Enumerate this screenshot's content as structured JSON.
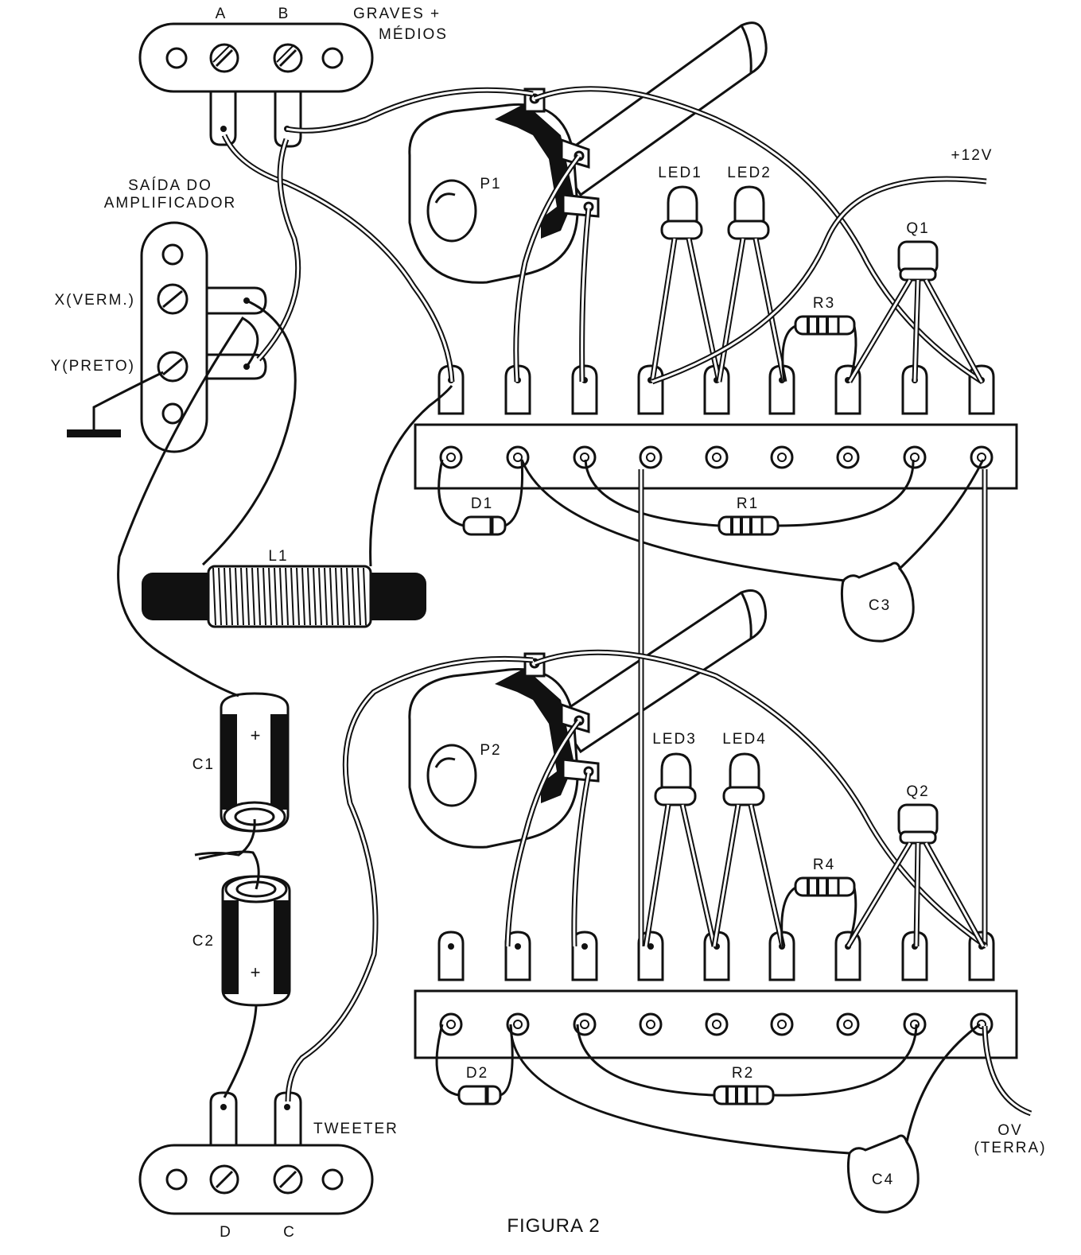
{
  "figure_caption": "FIGURA 2",
  "terminals": {
    "top_a": "A",
    "top_b": "B",
    "top_title_line1": "GRAVES +",
    "top_title_line2": "MÉDIOS",
    "bottom_d": "D",
    "bottom_c": "C",
    "bottom_title": "TWEETER"
  },
  "amplifier": {
    "title_line1": "SAÍDA  DO",
    "title_line2": "AMPLIFICADOR",
    "x_label": "X(VERM.)",
    "y_label": "Y(PRETO)"
  },
  "components": {
    "p1": "P1",
    "p2": "P2",
    "led1": "LED1",
    "led2": "LED2",
    "led3": "LED3",
    "led4": "LED4",
    "q1": "Q1",
    "q2": "Q2",
    "r1": "R1",
    "r2": "R2",
    "r3": "R3",
    "r4": "R4",
    "d1": "D1",
    "d2": "D2",
    "c1": "C1",
    "c2": "C2",
    "c3": "C3",
    "c4": "C4",
    "l1": "L1"
  },
  "supply": {
    "positive": "+12V",
    "ground_line1": "OV",
    "ground_line2": "(TERRA)"
  },
  "capacitor_marks": {
    "c1_plus": "+",
    "c2_plus": "+"
  }
}
